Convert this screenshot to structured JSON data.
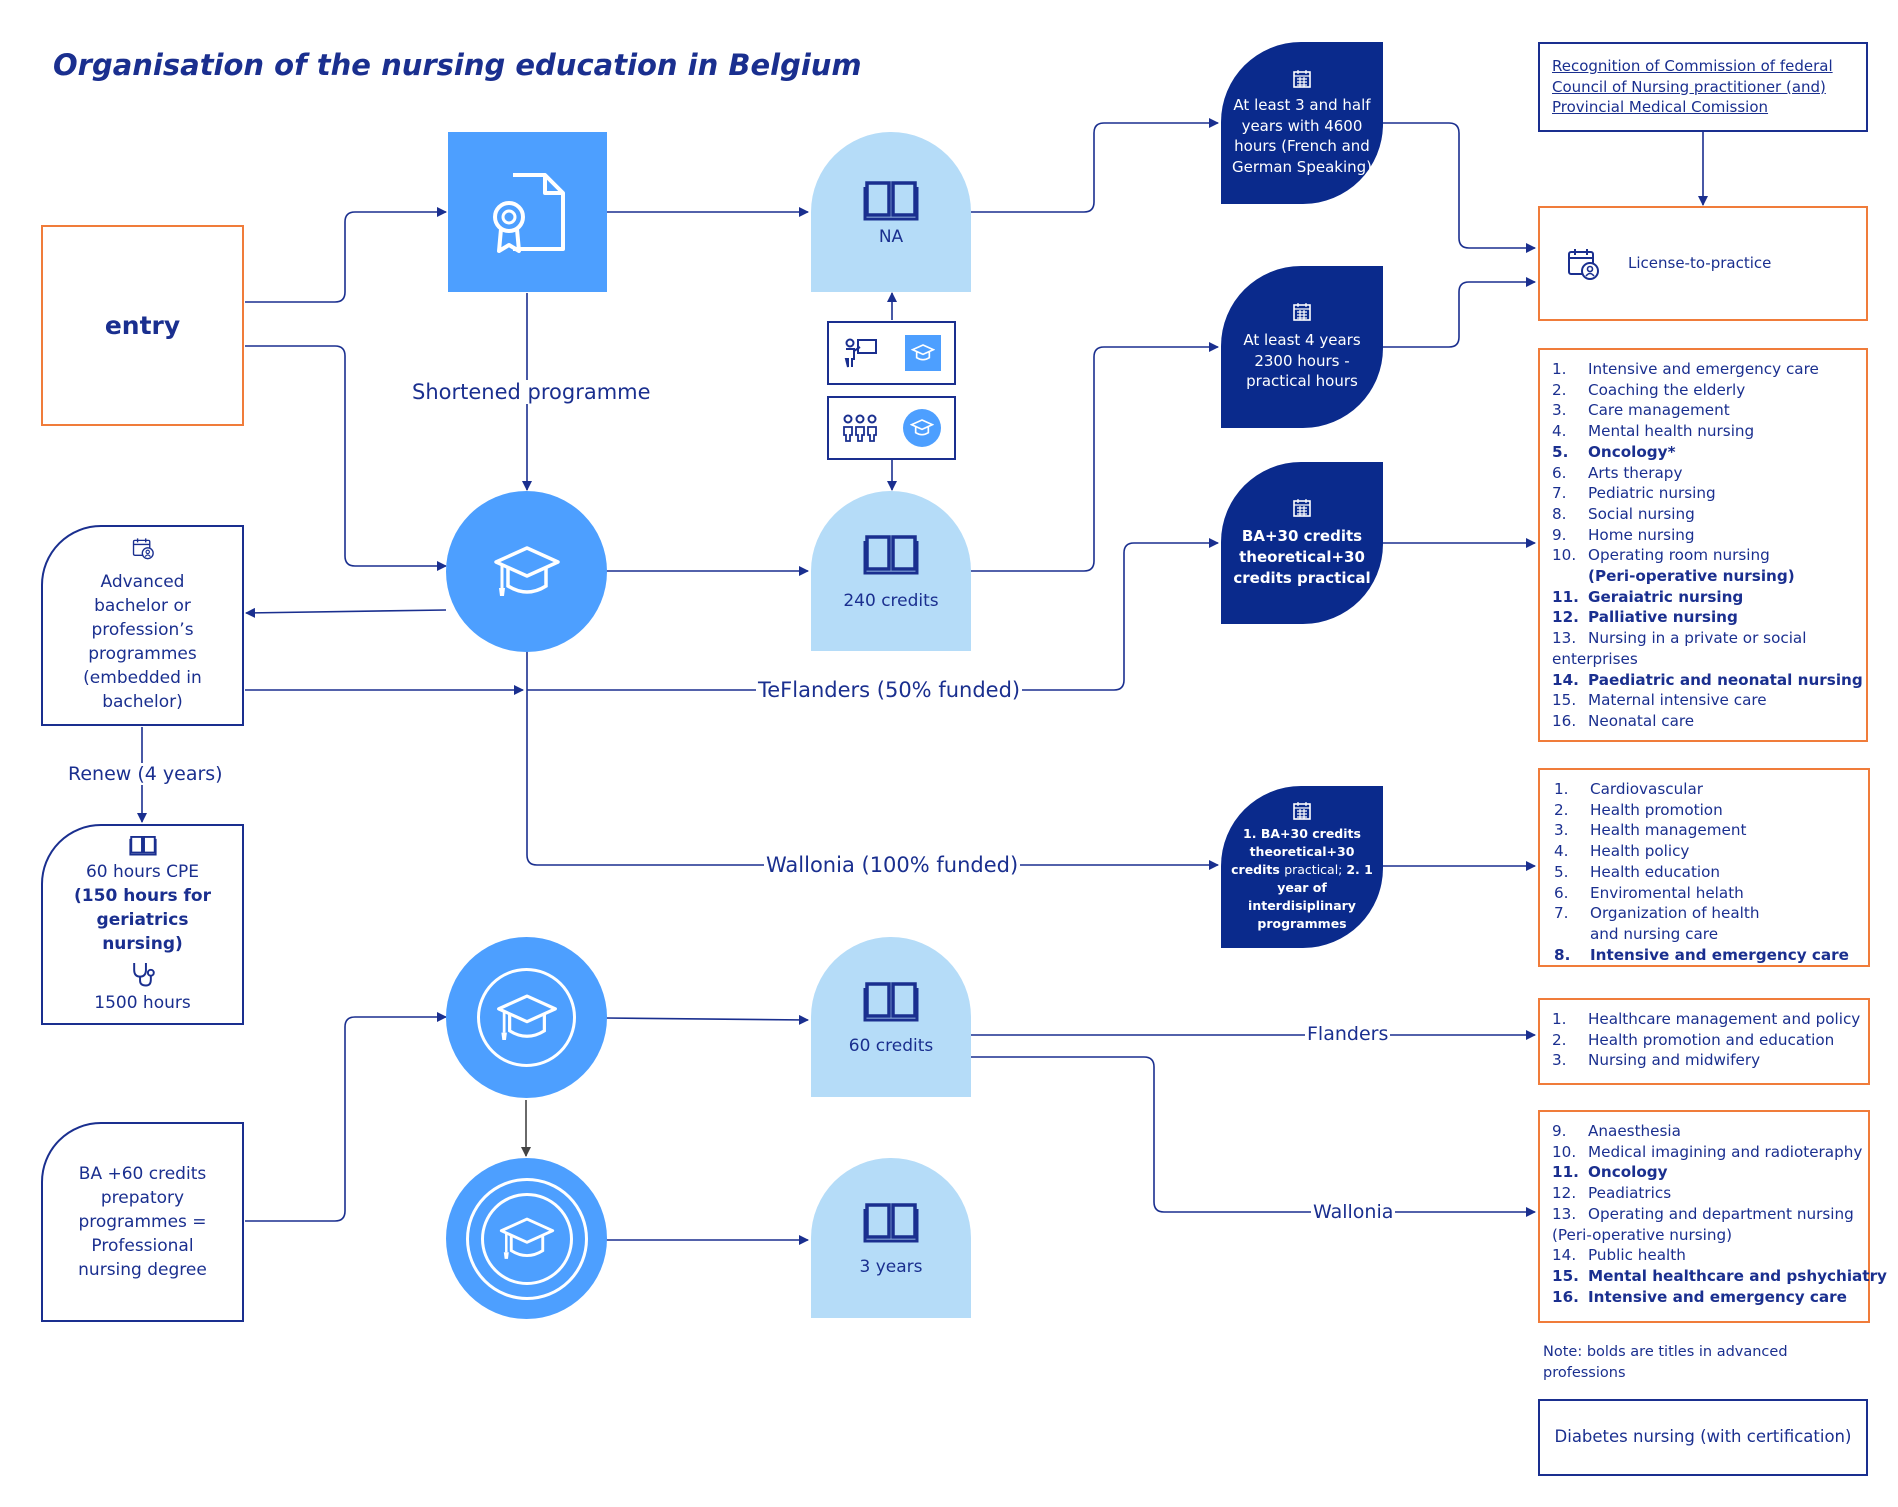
{
  "title": "Organisation of the nursing education in Belgium",
  "entry": {
    "label": "entry"
  },
  "shortened": "Shortened programme",
  "arch_na": "NA",
  "arch_240": "240 credits",
  "arch_60": "60 credits",
  "arch_3y": "3 years",
  "advanced": {
    "text": "Advanced bachelor or profession’s programmes (embedded in bachelor)"
  },
  "renew": "Renew (4 years)",
  "cpe": {
    "line1": "60 hours CPE",
    "bold": "(150 hours for geriatrics nursing)",
    "line3": "1500 hours"
  },
  "ba60": "BA +60 credits prepatory programmes = Professional nursing degree",
  "teflanders": "TeFlanders (50% funded)",
  "wallonia_funded": "Wallonia (100% funded)",
  "flanders": "Flanders",
  "wallonia": "Wallonia",
  "leaf1": "At least 3 and half years with 4600 hours (French and German Speaking)",
  "leaf2": "At least 4 years 2300 hours - practical hours",
  "leaf3": "BA+30 credits theoretical+30 credits practical",
  "leaf4": {
    "a": "1. BA+30 credits theoretical+30 credits ",
    "b": "practical; ",
    "c": "2. 1 year of interdisiplinary programmes"
  },
  "recognition": "Recognition of Commission of federal Council of Nursing practitioner (and) Provincial Medical Comission",
  "license": "License-to-practice",
  "list1": [
    {
      "n": "1.",
      "t": "Intensive and emergency care",
      "b": false
    },
    {
      "n": "2.",
      "t": "Coaching the elderly",
      "b": false
    },
    {
      "n": "3.",
      "t": "Care management",
      "b": false
    },
    {
      "n": "4.",
      "t": "Mental health nursing",
      "b": false
    },
    {
      "n": "5.",
      "t": "Oncology*",
      "b": true
    },
    {
      "n": "6.",
      "t": "Arts therapy",
      "b": false
    },
    {
      "n": "7.",
      "t": "Pediatric nursing",
      "b": false
    },
    {
      "n": "8.",
      "t": "Social nursing",
      "b": false
    },
    {
      "n": "9.",
      "t": "Home nursing",
      "b": false
    },
    {
      "n": "10.",
      "t": "Operating room nursing",
      "b": false
    },
    {
      "n": "",
      "t": "(Peri-operative nursing)",
      "b": true
    },
    {
      "n": "11.",
      "t": "Geraiatric nursing",
      "b": true
    },
    {
      "n": "12.",
      "t": "Palliative nursing",
      "b": true
    },
    {
      "n": "13.",
      "t": "Nursing in a private or social",
      "b": false
    },
    {
      "n": "-",
      "t": "enterprises",
      "b": false
    },
    {
      "n": "14.",
      "t": "Paediatric and neonatal nursing",
      "b": true
    },
    {
      "n": "15.",
      "t": "Maternal intensive care",
      "b": false
    },
    {
      "n": "16.",
      "t": "Neonatal care",
      "b": false
    }
  ],
  "list2": [
    {
      "n": "1.",
      "t": "Cardiovascular",
      "b": false
    },
    {
      "n": "2.",
      "t": "Health promotion",
      "b": false
    },
    {
      "n": "3.",
      "t": "Health management",
      "b": false
    },
    {
      "n": "4.",
      "t": "Health policy",
      "b": false
    },
    {
      "n": "5.",
      "t": "Health education",
      "b": false
    },
    {
      "n": "6.",
      "t": "Enviromental helath",
      "b": false
    },
    {
      "n": "7.",
      "t": "Organization of health",
      "b": false
    },
    {
      "n": "",
      "t": "and nursing care",
      "b": false
    },
    {
      "n": "8.",
      "t": "Intensive and emergency care",
      "b": true
    }
  ],
  "list3": [
    {
      "n": "1.",
      "t": "Healthcare management and policy",
      "b": false
    },
    {
      "n": "2.",
      "t": "Health promotion and education",
      "b": false
    },
    {
      "n": "3.",
      "t": "Nursing and midwifery",
      "b": false
    }
  ],
  "list4": [
    {
      "n": "9.",
      "t": "Anaesthesia",
      "b": false
    },
    {
      "n": "10.",
      "t": "Medical imagining and radioteraphy",
      "b": false
    },
    {
      "n": "11.",
      "t": "Oncology",
      "b": true
    },
    {
      "n": "12.",
      "t": "Peadiatrics",
      "b": false
    },
    {
      "n": "13.",
      "t": "Operating and department nursing",
      "b": false
    },
    {
      "n": "-",
      "t": "(Peri-operative nursing)",
      "b": false
    },
    {
      "n": "14.",
      "t": "Public health",
      "b": false
    },
    {
      "n": "15.",
      "t": "Mental healthcare and pshychiatry",
      "b": true
    },
    {
      "n": "16.",
      "t": "Intensive and emergency care",
      "b": true
    }
  ],
  "note": "Note: bolds are titles in advanced professions",
  "diabetes": "Diabetes nursing (with certification)",
  "colors": {
    "navy": "#1a2f8f",
    "blue": "#4d9fff",
    "light_blue": "#b5dcf8",
    "dark_navy": "#0a2a8c",
    "orange": "#f07c3a"
  }
}
